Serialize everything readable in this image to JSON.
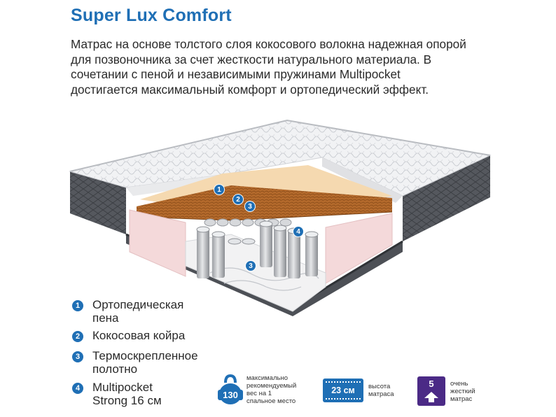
{
  "title": "Super Lux Comfort",
  "description": [
    "Матрас на основе толстого слоя кокосового волокна надежная опорой",
    "для позвоночника за счет жесткости натурального материала. В",
    "сочетании с пеной и независимыми пружинами Multipocket",
    "достигается максимальный комфорт и ортопедический эффект."
  ],
  "layer_markers": [
    "1",
    "2",
    "3",
    "4",
    "3"
  ],
  "legend": [
    {
      "num": "1",
      "lines": [
        "Ортопедическая",
        "пена"
      ]
    },
    {
      "num": "2",
      "lines": [
        "Кокосовая койра"
      ]
    },
    {
      "num": "3",
      "lines": [
        "Термоскрепленное",
        "полотно"
      ]
    },
    {
      "num": "4",
      "lines": [
        "Multipocket",
        "Strong 16 см"
      ]
    }
  ],
  "badges": {
    "weight": {
      "value": "130",
      "lines": [
        "максимально",
        "рекомендуемый",
        "вес на 1",
        "спальное место"
      ]
    },
    "height": {
      "value": "23 см",
      "lines": [
        "высота",
        "матраса"
      ]
    },
    "firmness": {
      "value": "5",
      "lines": [
        "очень",
        "жесткий",
        "матрас"
      ]
    }
  },
  "colors": {
    "accent": "#1f6fb5",
    "firmness_badge": "#4b2a86"
  }
}
